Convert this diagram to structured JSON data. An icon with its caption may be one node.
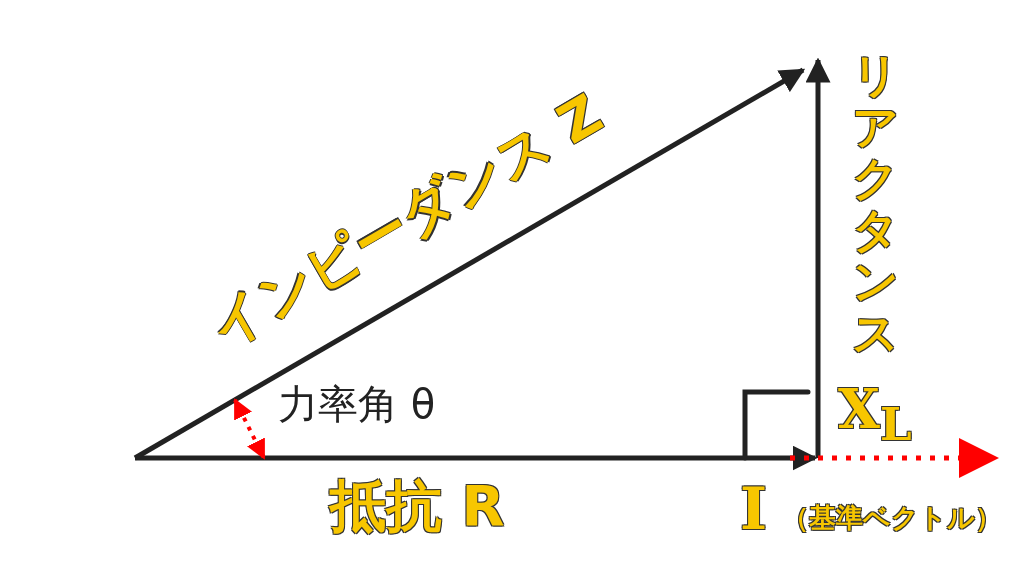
{
  "diagram": {
    "labels": [
      "インピーダンス Z",
      "リアクタンス",
      "X$_{L}$",
      "力率角 θ",
      "抵抗 R",
      "I",
      "（基準ベクトル）"
    ]
  }
}
